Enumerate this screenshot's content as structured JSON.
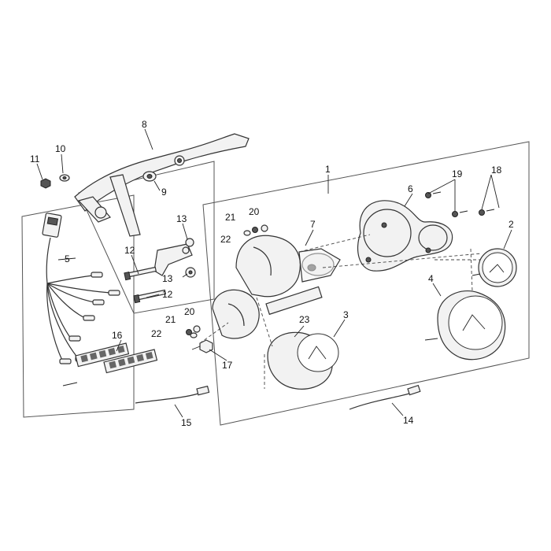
{
  "diagram": {
    "callouts": {
      "c1": "1",
      "c2": "2",
      "c3": "3",
      "c4": "4",
      "c5": "5",
      "c6": "6",
      "c7": "7",
      "c8": "8",
      "c9": "9",
      "c10": "10",
      "c11": "11",
      "c12a": "12",
      "c12b": "12",
      "c13a": "13",
      "c13b": "13",
      "c14": "14",
      "c15": "15",
      "c16": "16",
      "c17": "17",
      "c18": "18",
      "c19": "19",
      "c20a": "20",
      "c20b": "20",
      "c21a": "21",
      "c21b": "21",
      "c22a": "22",
      "c22b": "22",
      "c23": "23"
    }
  }
}
